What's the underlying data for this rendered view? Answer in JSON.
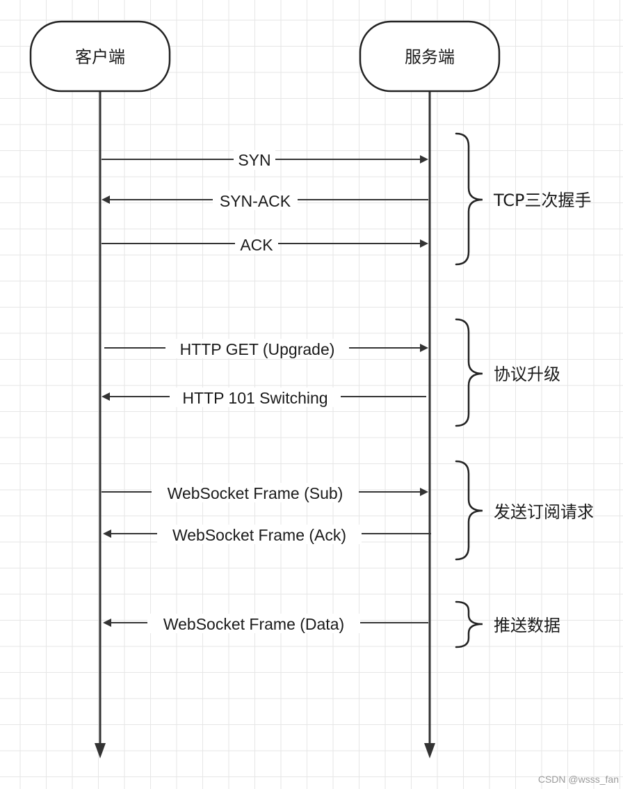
{
  "actors": {
    "client": "客户端",
    "server": "服务端"
  },
  "messages": [
    {
      "label": "SYN",
      "direction": "to-server"
    },
    {
      "label": "SYN-ACK",
      "direction": "to-client"
    },
    {
      "label": "ACK",
      "direction": "to-server"
    },
    {
      "label": "HTTP GET (Upgrade)",
      "direction": "to-server"
    },
    {
      "label": "HTTP 101 Switching",
      "direction": "to-client"
    },
    {
      "label": "WebSocket Frame (Sub)",
      "direction": "to-server"
    },
    {
      "label": "WebSocket Frame (Ack)",
      "direction": "to-client"
    },
    {
      "label": "WebSocket Frame (Data)",
      "direction": "to-client"
    }
  ],
  "groups": [
    {
      "label": "TCP三次握手"
    },
    {
      "label": "协议升级"
    },
    {
      "label": "发送订阅请求"
    },
    {
      "label": "推送数据"
    }
  ],
  "watermark": "CSDN @wsss_fan",
  "colors": {
    "line": "#333333",
    "grid": "#e6e6e6",
    "background": "#ffffff"
  }
}
